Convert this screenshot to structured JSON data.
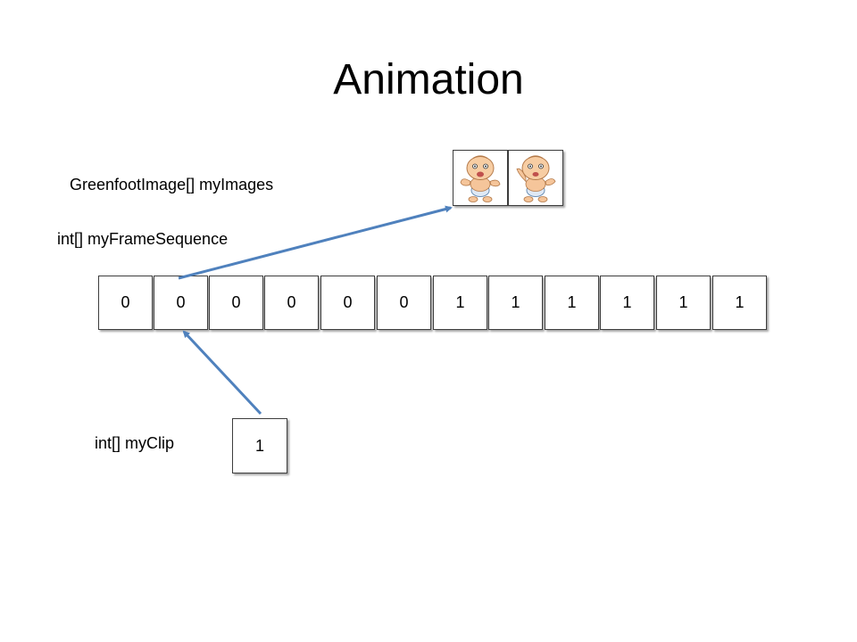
{
  "title": "Animation",
  "labels": {
    "images": "GreenfootImage[] myImages",
    "sequence": "int[] myFrameSequence",
    "clip": "int[] myClip"
  },
  "frame_sequence": [
    "0",
    "0",
    "0",
    "0",
    "0",
    "0",
    "1",
    "1",
    "1",
    "1",
    "1",
    "1"
  ],
  "clip_values": [
    "1"
  ],
  "images": [
    {
      "icon": "baby-cartoon-icon"
    },
    {
      "icon": "baby-cartoon-icon"
    }
  ],
  "colors": {
    "arrow": "#4f81bd",
    "cell_border": "#3d3d3d"
  }
}
